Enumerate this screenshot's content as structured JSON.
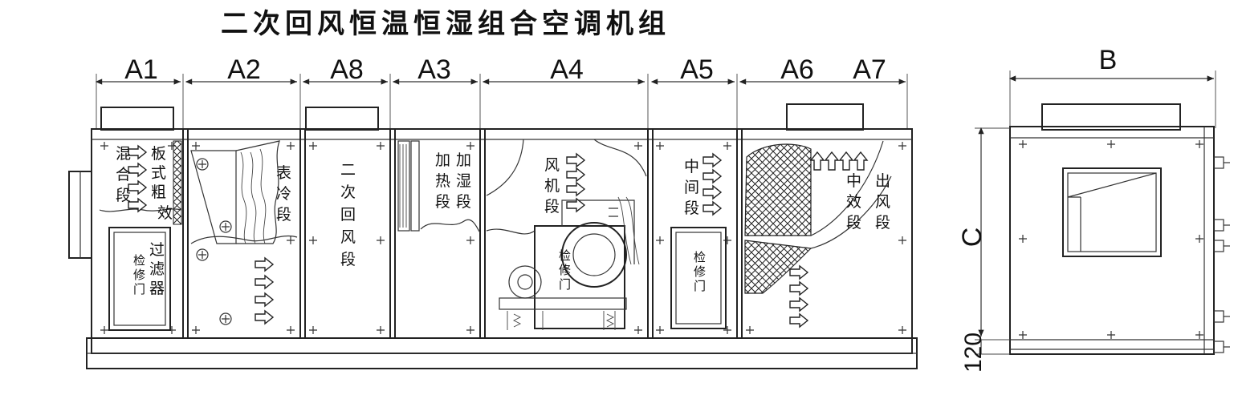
{
  "title": "二次回风恒温恒湿组合空调机组",
  "dimensions": {
    "a1": "A1",
    "a2": "A2",
    "a8": "A8",
    "a3": "A3",
    "a4": "A4",
    "a5": "A5",
    "a6": "A6",
    "a7": "A7",
    "b": "B",
    "c": "C",
    "base_height": "120"
  },
  "sections": {
    "mixing": [
      "混",
      "合",
      "段"
    ],
    "filter": [
      "板",
      "式",
      "粗",
      "效",
      "过",
      "滤",
      "器"
    ],
    "cooling": [
      "表",
      "冷",
      "段"
    ],
    "second_return": [
      "二",
      "次",
      "回",
      "风",
      "段"
    ],
    "humidify": [
      "加",
      "湿",
      "段"
    ],
    "heating": [
      "加",
      "热",
      "段"
    ],
    "fan": [
      "风",
      "机",
      "段"
    ],
    "middle": [
      "中",
      "间",
      "段"
    ],
    "medium_filter": [
      "中",
      "效",
      "段"
    ],
    "outlet": [
      "出",
      "风",
      "段"
    ]
  },
  "access_doors": {
    "door1": [
      "检",
      "修",
      "门"
    ],
    "door2": [
      "检",
      "修",
      "门"
    ],
    "door3": [
      "检",
      "修",
      "门"
    ]
  }
}
